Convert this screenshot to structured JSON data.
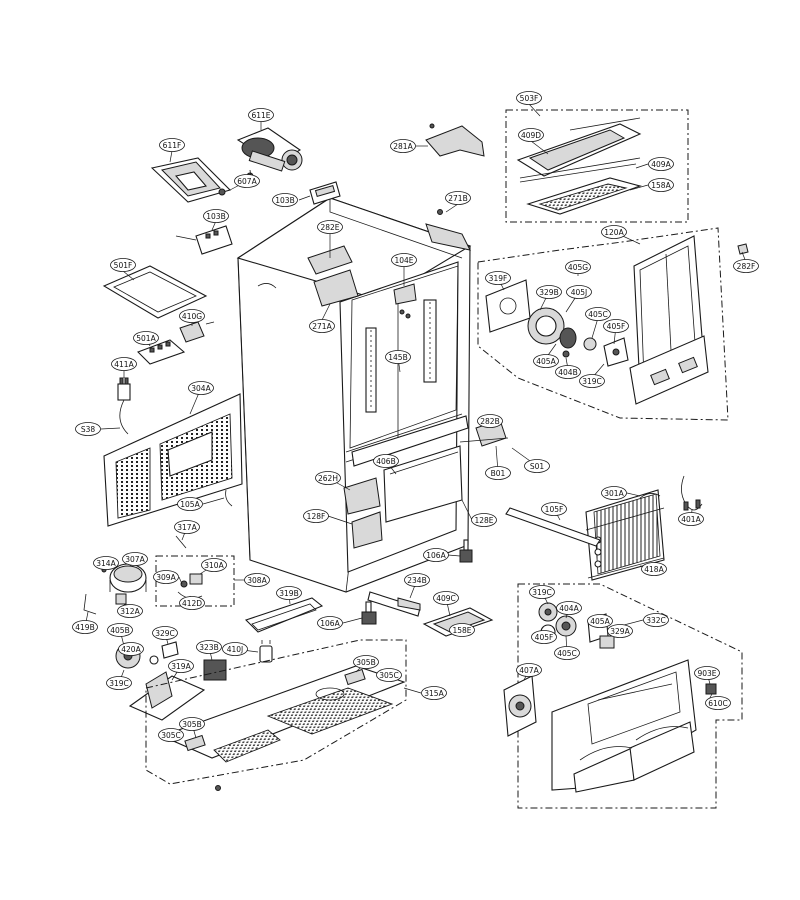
{
  "diagram": {
    "callouts": [
      {
        "id": "611E",
        "text": "611E"
      },
      {
        "id": "611F",
        "text": "611F"
      },
      {
        "id": "607A",
        "text": "607A"
      },
      {
        "id": "103B",
        "text": "103B"
      },
      {
        "id": "103B_2",
        "text": "103B"
      },
      {
        "id": "281A",
        "text": "281A"
      },
      {
        "id": "503F",
        "text": "503F"
      },
      {
        "id": "409D",
        "text": "409D"
      },
      {
        "id": "409A",
        "text": "409A"
      },
      {
        "id": "158A",
        "text": "158A"
      },
      {
        "id": "271B",
        "text": "271B"
      },
      {
        "id": "282E",
        "text": "282E"
      },
      {
        "id": "104E",
        "text": "104E"
      },
      {
        "id": "120A",
        "text": "120A"
      },
      {
        "id": "282F",
        "text": "282F"
      },
      {
        "id": "501F",
        "text": "501F"
      },
      {
        "id": "410G",
        "text": "410G"
      },
      {
        "id": "271A",
        "text": "271A"
      },
      {
        "id": "319F",
        "text": "319F"
      },
      {
        "id": "405G",
        "text": "405G"
      },
      {
        "id": "329B",
        "text": "329B"
      },
      {
        "id": "405J",
        "text": "405J"
      },
      {
        "id": "405C",
        "text": "405C"
      },
      {
        "id": "405F",
        "text": "405F"
      },
      {
        "id": "501A",
        "text": "501A"
      },
      {
        "id": "145B",
        "text": "145B"
      },
      {
        "id": "405A",
        "text": "405A"
      },
      {
        "id": "404B",
        "text": "404B"
      },
      {
        "id": "319C",
        "text": "319C"
      },
      {
        "id": "411A",
        "text": "411A"
      },
      {
        "id": "304A",
        "text": "304A"
      },
      {
        "id": "S38",
        "text": "S38"
      },
      {
        "id": "282B",
        "text": "282B"
      },
      {
        "id": "406B",
        "text": "406B"
      },
      {
        "id": "B01",
        "text": "B01"
      },
      {
        "id": "S01",
        "text": "S01"
      },
      {
        "id": "262H",
        "text": "262H"
      },
      {
        "id": "105A",
        "text": "105A"
      },
      {
        "id": "301A",
        "text": "301A"
      },
      {
        "id": "128F",
        "text": "128F"
      },
      {
        "id": "105F",
        "text": "105F"
      },
      {
        "id": "401A",
        "text": "401A"
      },
      {
        "id": "128E",
        "text": "128E"
      },
      {
        "id": "317A",
        "text": "317A"
      },
      {
        "id": "106A",
        "text": "106A"
      },
      {
        "id": "314A",
        "text": "314A"
      },
      {
        "id": "307A",
        "text": "307A"
      },
      {
        "id": "310A",
        "text": "310A"
      },
      {
        "id": "418A",
        "text": "418A"
      },
      {
        "id": "309A",
        "text": "309A"
      },
      {
        "id": "308A",
        "text": "308A"
      },
      {
        "id": "234B",
        "text": "234B"
      },
      {
        "id": "312A",
        "text": "312A"
      },
      {
        "id": "412D",
        "text": "412D"
      },
      {
        "id": "319B",
        "text": "319B"
      },
      {
        "id": "409C",
        "text": "409C"
      },
      {
        "id": "319C_2",
        "text": "319C"
      },
      {
        "id": "419B",
        "text": "419B"
      },
      {
        "id": "106A_2",
        "text": "106A"
      },
      {
        "id": "158E",
        "text": "158E"
      },
      {
        "id": "404A",
        "text": "404A"
      },
      {
        "id": "405B",
        "text": "405B"
      },
      {
        "id": "329C",
        "text": "329C"
      },
      {
        "id": "405A_2",
        "text": "405A"
      },
      {
        "id": "332C",
        "text": "332C"
      },
      {
        "id": "420A",
        "text": "420A"
      },
      {
        "id": "323B",
        "text": "323B"
      },
      {
        "id": "410J",
        "text": "410J"
      },
      {
        "id": "405F_2",
        "text": "405F"
      },
      {
        "id": "329A",
        "text": "329A"
      },
      {
        "id": "405C_2",
        "text": "405C"
      },
      {
        "id": "319A",
        "text": "319A"
      },
      {
        "id": "305B",
        "text": "305B"
      },
      {
        "id": "305C",
        "text": "305C"
      },
      {
        "id": "407A",
        "text": "407A"
      },
      {
        "id": "903E",
        "text": "903E"
      },
      {
        "id": "319C_3",
        "text": "319C"
      },
      {
        "id": "315A",
        "text": "315A"
      },
      {
        "id": "610C",
        "text": "610C"
      },
      {
        "id": "305B_2",
        "text": "305B"
      },
      {
        "id": "305C_2",
        "text": "305C"
      }
    ]
  }
}
